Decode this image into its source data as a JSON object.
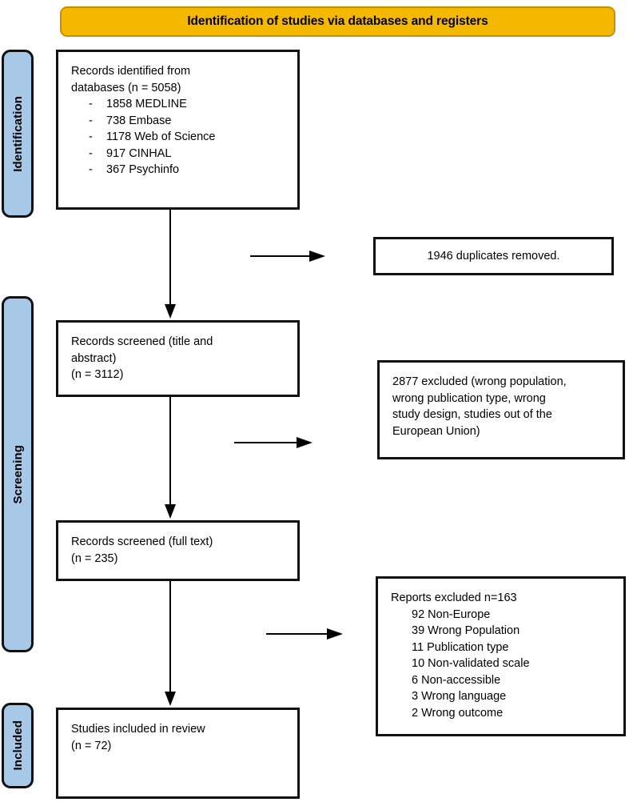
{
  "banner": {
    "title": "Identification of studies via databases and registers"
  },
  "stages": {
    "identification": "Identification",
    "screening": "Screening",
    "included": "Included"
  },
  "boxes": {
    "identified": {
      "heading_line1": "Records identified from",
      "heading_line2": "databases (n = 5058)",
      "sources": [
        {
          "dash": "-",
          "label": "1858 MEDLINE"
        },
        {
          "dash": "-",
          "label": "738 Embase"
        },
        {
          "dash": "-",
          "label": "1178 Web of Science"
        },
        {
          "dash": "-",
          "label": "917 CINHAL"
        },
        {
          "dash": "-",
          "label": "367 Psychinfo"
        }
      ]
    },
    "duplicates": {
      "text": "1946 duplicates removed."
    },
    "screened_title_abstract": {
      "line1": "Records screened (title and",
      "line2": "abstract)",
      "line3": "(n = 3112)"
    },
    "excluded_title_abstract": {
      "line1": "2877 excluded (wrong population,",
      "line2": "wrong publication type, wrong",
      "line3": "study design, studies out of the",
      "line4": "European Union)"
    },
    "screened_full_text": {
      "line1": "Records screened (full text)",
      "line2": "(n = 235)"
    },
    "excluded_full_text": {
      "heading": "Reports excluded n=163",
      "reasons": [
        "92 Non-Europe",
        "39 Wrong Population",
        "11 Publication type",
        "10 Non-validated scale",
        "6 Non-accessible",
        "3 Wrong language",
        "2 Wrong outcome"
      ]
    },
    "included": {
      "line1": "Studies included in review",
      "line2": "(n = 72)"
    }
  },
  "colors": {
    "banner_fill": "#F5B800",
    "banner_border": "#C98F00",
    "stage_fill": "#A8C8E8",
    "outline": "#111111"
  }
}
